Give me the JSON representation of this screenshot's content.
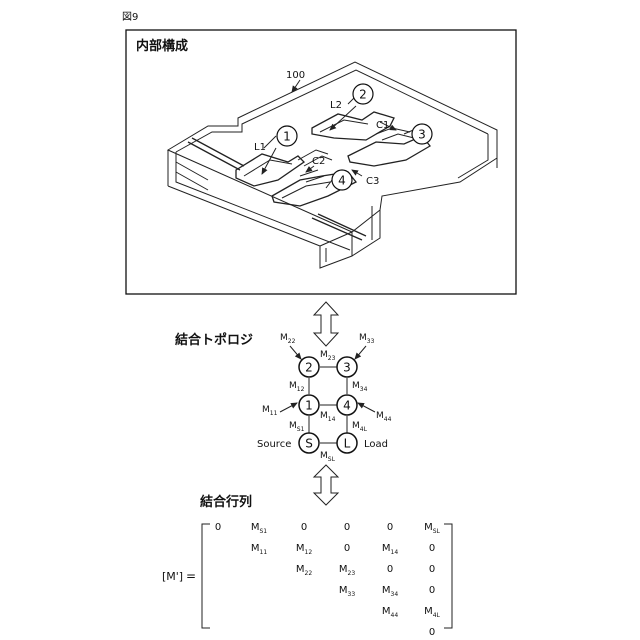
{
  "figure_label": "図9",
  "sections": {
    "structure_title": "内部構成",
    "topology_title": "結合トポロジ",
    "matrix_title": "結合行列"
  },
  "structure": {
    "ref_100": "100",
    "resonators": [
      "1",
      "2",
      "3",
      "4"
    ],
    "labels": {
      "L1": "L1",
      "L2": "L2",
      "C1": "C1",
      "C2": "C2",
      "C3": "C3"
    }
  },
  "topology": {
    "nodes": [
      "2",
      "3",
      "1",
      "4",
      "S",
      "L"
    ],
    "source_label": "Source",
    "load_label": "Load",
    "couplings": {
      "M22": {
        "base": "M",
        "sub": "22"
      },
      "M33": {
        "base": "M",
        "sub": "33"
      },
      "M23": {
        "base": "M",
        "sub": "23"
      },
      "M12": {
        "base": "M",
        "sub": "12"
      },
      "M34": {
        "base": "M",
        "sub": "34"
      },
      "M11": {
        "base": "M",
        "sub": "11"
      },
      "M14": {
        "base": "M",
        "sub": "14"
      },
      "M44": {
        "base": "M",
        "sub": "44"
      },
      "MS1": {
        "base": "M",
        "sub": "S1"
      },
      "M4L": {
        "base": "M",
        "sub": "4L"
      },
      "MSL": {
        "base": "M",
        "sub": "SL"
      }
    }
  },
  "matrix": {
    "label": "[M']",
    "equals": "=",
    "rows": [
      [
        [
          "0",
          ""
        ],
        [
          "M",
          "S1"
        ],
        [
          "0",
          ""
        ],
        [
          "0",
          ""
        ],
        [
          "0",
          ""
        ],
        [
          "M",
          "SL"
        ]
      ],
      [
        [
          "",
          ""
        ],
        [
          "M",
          "11"
        ],
        [
          "M",
          "12"
        ],
        [
          "0",
          ""
        ],
        [
          "M",
          "14"
        ],
        [
          "0",
          ""
        ]
      ],
      [
        [
          "",
          ""
        ],
        [
          "",
          ""
        ],
        [
          "M",
          "22"
        ],
        [
          "M",
          "23"
        ],
        [
          "0",
          ""
        ],
        [
          "0",
          ""
        ]
      ],
      [
        [
          "",
          ""
        ],
        [
          "",
          ""
        ],
        [
          "",
          ""
        ],
        [
          "M",
          "33"
        ],
        [
          "M",
          "34"
        ],
        [
          "0",
          ""
        ]
      ],
      [
        [
          "",
          ""
        ],
        [
          "",
          ""
        ],
        [
          "",
          ""
        ],
        [
          "",
          ""
        ],
        [
          "M",
          "44"
        ],
        [
          "M",
          "4L"
        ]
      ],
      [
        [
          "",
          ""
        ],
        [
          "",
          ""
        ],
        [
          "",
          ""
        ],
        [
          "",
          ""
        ],
        [
          "",
          ""
        ],
        [
          "0",
          ""
        ]
      ]
    ]
  }
}
